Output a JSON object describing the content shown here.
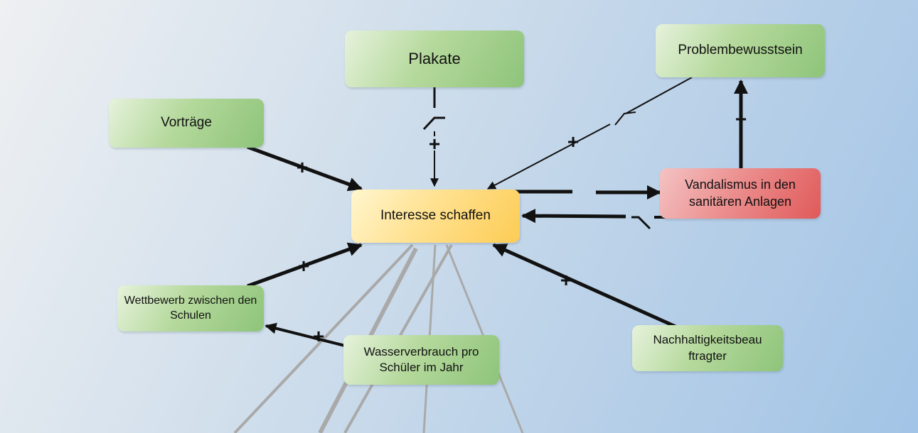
{
  "nodes": {
    "plakate": "Plakate",
    "problembewusstsein": "Problembewusstsein",
    "vortraege": "Vorträge",
    "interesse": "Interesse schaffen",
    "vandalismus": "Vandalismus in den sanitären Anlagen",
    "wettbewerb": "Wettbewerb zwischen den Schulen",
    "wasserverbrauch": "Wasserverbrauch pro Schüler im Jahr",
    "nachhaltigkeit": "Nachhaltigkeitsbeau ftragter"
  },
  "polarity": {
    "plus": "+"
  },
  "colors": {
    "link": "#111111",
    "faded_link": "#a9a9a9",
    "node_green": "#8ec47a",
    "node_center": "#fccc55",
    "node_red": "#e05a5a"
  }
}
